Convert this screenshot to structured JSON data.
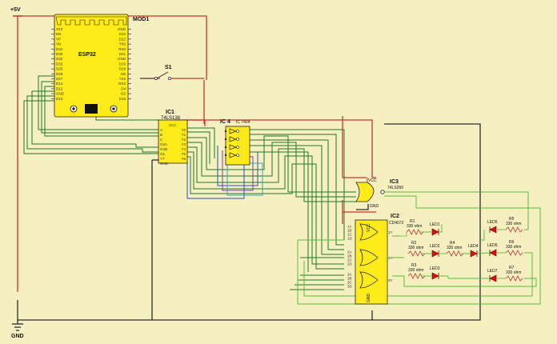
{
  "power": {
    "vcc_label": "+5V",
    "gnd_label": "GND"
  },
  "mod1": {
    "ref": "MOD1",
    "name": "ESP32",
    "left_pins": [
      "3V3",
      "EN",
      "VP",
      "VN",
      "D34",
      "D35",
      "D32",
      "D33",
      "D25",
      "D26",
      "D27",
      "D14",
      "D12",
      "GND",
      "D13"
    ],
    "right_pins": [
      "GND",
      "D23",
      "D22",
      "TX0",
      "RX0",
      "D21",
      "GND",
      "D19",
      "D18",
      "D5",
      "TX2",
      "RX2",
      "D4",
      "D2",
      "D15"
    ]
  },
  "s1": {
    "ref": "S1"
  },
  "ic1": {
    "ref": "IC1",
    "name": "74LS138",
    "vcc": "VCC",
    "left_pins": [
      "A",
      "B",
      "C",
      "G2A",
      "G2B",
      "G1",
      "Y7",
      "GND"
    ],
    "right_pins": [
      "Y0",
      "Y1",
      "Y2",
      "Y3",
      "Y4",
      "Y5",
      "Y6"
    ]
  },
  "ic4": {
    "ref": "IC 4",
    "name": "IC 7404"
  },
  "ic3": {
    "ref": "IC3",
    "name": "74LS260",
    "vcc": "VCC",
    "gnd": "GND"
  },
  "ic2": {
    "ref": "IC2",
    "name": "CD4072",
    "vcc": "VCC",
    "gnd": "GND",
    "outputs": [
      "1Y",
      "2Y",
      "3Y"
    ],
    "inputs_a": [
      "1A",
      "1B",
      "1C",
      "1D"
    ],
    "inputs_b": [
      "2A",
      "2B",
      "2C",
      "2D"
    ],
    "inputs_c": [
      "3A",
      "3B",
      "3C",
      "3D"
    ]
  },
  "resistors": [
    {
      "ref": "R1",
      "value": "330 ohm"
    },
    {
      "ref": "R2",
      "value": "330 ohm"
    },
    {
      "ref": "R3",
      "value": "330 ohm"
    },
    {
      "ref": "R4",
      "value": "330 ohm"
    },
    {
      "ref": "R5",
      "value": "330 ohm"
    },
    {
      "ref": "R6",
      "value": "330 ohm"
    },
    {
      "ref": "R7",
      "value": "330 ohm"
    }
  ],
  "leds": [
    "LED1",
    "LED2",
    "LED3",
    "LED4",
    "LED5",
    "LED6",
    "LED7"
  ],
  "colors": {
    "background": "#f6efbf",
    "power_wire": "#c0392b",
    "ground_wire": "#2b2b2b",
    "signal_green": "#1e7a2e",
    "signal_light_green": "#5bbd3a",
    "signal_blue": "#2b4fbf",
    "signal_purple": "#7b3fa0",
    "signal_teal": "#3aa6b8",
    "chip_fill": "#ffeb1a",
    "led_red": "#e01010"
  }
}
